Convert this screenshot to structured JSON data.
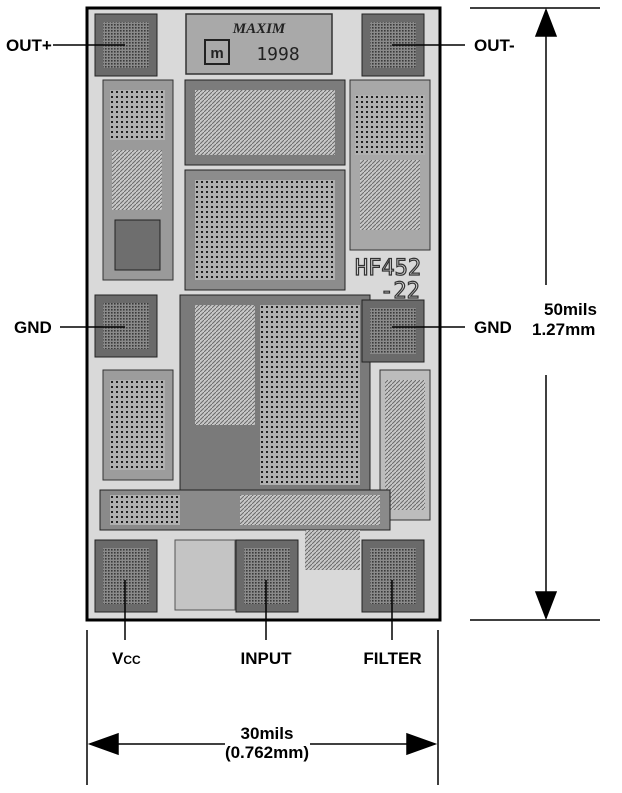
{
  "pins": {
    "out_plus": "OUT+",
    "out_minus": "OUT-",
    "gnd_left": "GND",
    "gnd_right": "GND",
    "vcc_main": "V",
    "vcc_sub": "CC",
    "input": "INPUT",
    "filter": "FILTER"
  },
  "die_marks": {
    "logo": "MAXIM",
    "year": "1998",
    "part_line1": "HF452",
    "part_line2": "-22"
  },
  "dimensions": {
    "height_line1": "50mils",
    "height_line2": "1.27mm",
    "width_line1": "30mils",
    "width_line2": "(0.762mm)"
  }
}
